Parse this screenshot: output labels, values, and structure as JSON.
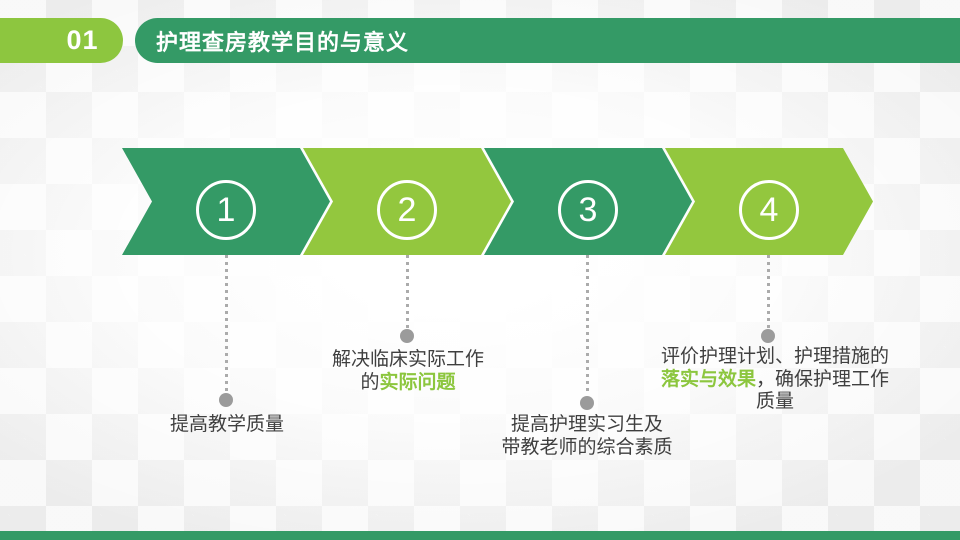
{
  "header": {
    "section_number": "01",
    "title": "护理查房教学目的与意义"
  },
  "steps": [
    {
      "number": "1",
      "chevron_color": "#349a66",
      "lines": [
        [
          {
            "t": "提高教学质量",
            "g": false
          }
        ]
      ]
    },
    {
      "number": "2",
      "chevron_color": "#93c73e",
      "lines": [
        [
          {
            "t": "解决临床实际工作",
            "g": false
          }
        ],
        [
          {
            "t": "的",
            "g": false
          },
          {
            "t": "实际问题",
            "g": true
          }
        ]
      ]
    },
    {
      "number": "3",
      "chevron_color": "#349a66",
      "lines": [
        [
          {
            "t": "提高护理实习生及",
            "g": false
          }
        ],
        [
          {
            "t": "带教老师的综合素质",
            "g": false
          }
        ]
      ]
    },
    {
      "number": "4",
      "chevron_color": "#93c73e",
      "lines": [
        [
          {
            "t": "评价护理计划、护理措施的",
            "g": false
          }
        ],
        [
          {
            "t": "落实与效果",
            "g": true
          },
          {
            "t": "，确保护理工作",
            "g": false
          }
        ],
        [
          {
            "t": "质量",
            "g": false
          }
        ]
      ]
    }
  ],
  "colors": {
    "dark_green": "#349a66",
    "light_green": "#93c73e",
    "badge_green": "#8dc63f",
    "highlight_text": "#8cc63e",
    "body_text": "#3f3f3f",
    "connector_gray": "#ababab",
    "dot_gray": "#9b9b9b"
  }
}
